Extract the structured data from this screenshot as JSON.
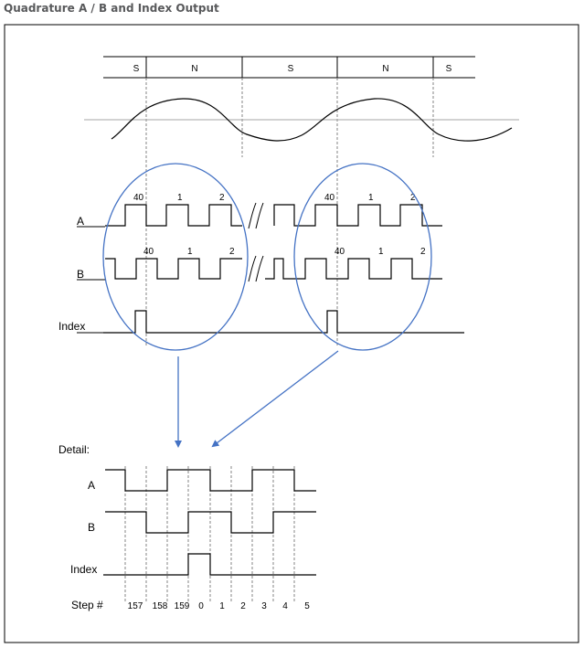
{
  "figure": {
    "title": "Quadrature A / B and Index Output"
  },
  "poles": [
    "S",
    "N",
    "S",
    "N",
    "S"
  ],
  "signals": {
    "a": "A",
    "b": "B",
    "index": "Index"
  },
  "pulse_labels": {
    "a_left": [
      "40",
      "1",
      "2"
    ],
    "b_left": [
      "40",
      "1",
      "2"
    ],
    "a_right": [
      "40",
      "1",
      "2"
    ],
    "b_right": [
      "40",
      "1",
      "2"
    ]
  },
  "detail": {
    "label": "Detail:",
    "step_label": "Step #",
    "steps": [
      "157",
      "158",
      "159",
      "0",
      "1",
      "2",
      "3",
      "4",
      "5"
    ]
  },
  "colors": {
    "accent": "#4472c4",
    "axis": "#a6a6a6",
    "frame": "#000000"
  }
}
